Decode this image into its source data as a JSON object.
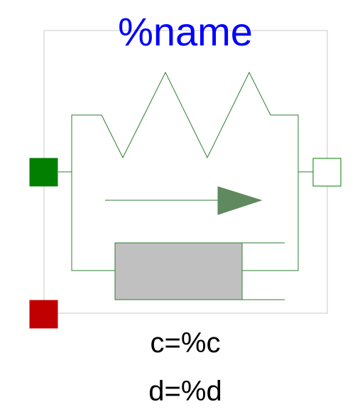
{
  "labels": {
    "name": "%name",
    "stiffness": "c=%c",
    "damping": "d=%d"
  },
  "icons": {
    "spring": "spring-zigzag-icon",
    "damper": "damper-cylinder-icon",
    "arrow": "rotation-arrow-icon",
    "flange_a": "flange-a-connector-icon",
    "flange_b": "flange-b-connector-icon",
    "heat_port": "heat-port-icon"
  },
  "colors": {
    "name_text": "#0000ff",
    "label_text": "#000000",
    "lines": "#2e7d32",
    "border": "#c8c8c8",
    "flange_a_fill": "#007f00",
    "flange_b_fill": "#ffffff",
    "heat_port_fill": "#c00000",
    "damper_fill": "#c0c0c0",
    "arrow_fill": "#5f8a5f"
  }
}
